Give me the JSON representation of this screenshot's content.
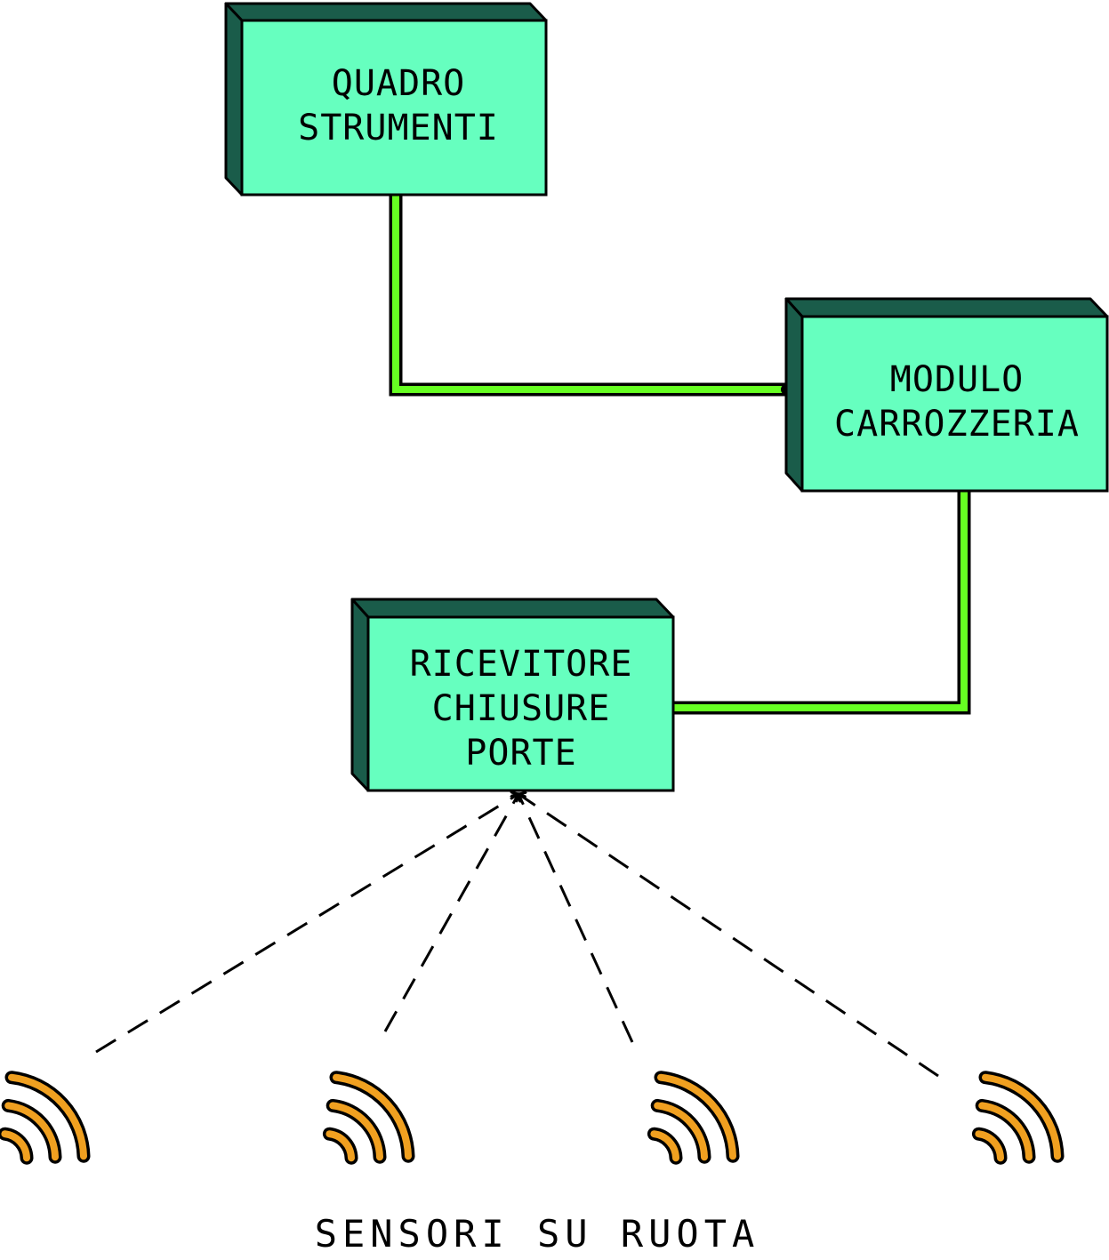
{
  "colors": {
    "box_face": "#66ffbf",
    "box_side": "#1a5c4a",
    "bus_line": "#66ff22",
    "outline": "#000000",
    "sensor_arc": "#f0a020"
  },
  "boxes": {
    "quadro": {
      "lines": [
        "QUADRO",
        "STRUMENTI"
      ]
    },
    "modulo": {
      "lines": [
        "MODULO",
        "CARROZZERIA"
      ]
    },
    "ricevitore": {
      "lines": [
        "RICEVITORE",
        "CHIUSURE",
        "PORTE"
      ]
    }
  },
  "sensors": [
    {
      "icon": "wireless-signal-icon"
    },
    {
      "icon": "wireless-signal-icon"
    },
    {
      "icon": "wireless-signal-icon"
    },
    {
      "icon": "wireless-signal-icon"
    }
  ],
  "caption": "SENSORI SU RUOTA"
}
